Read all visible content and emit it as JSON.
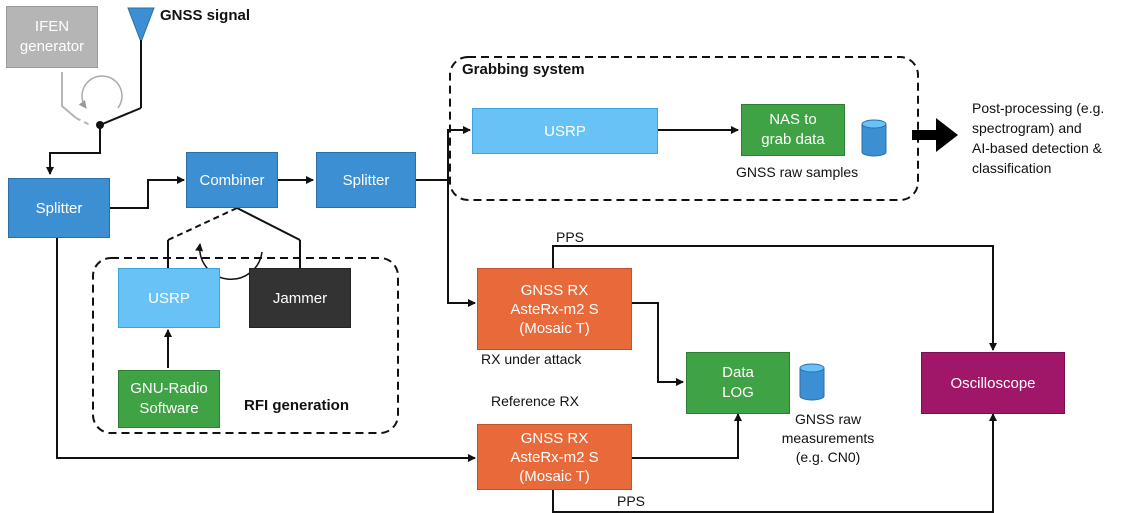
{
  "signal_label": "GNSS signal",
  "nodes": {
    "ifen": "IFEN\ngenerator",
    "splitter_left": "Splitter",
    "combiner": "Combiner",
    "splitter_mid": "Splitter",
    "usrp_rfi": "USRP",
    "jammer": "Jammer",
    "gnu_radio": "GNU-Radio\nSoftware",
    "usrp_grab": "USRP",
    "nas": "NAS to\ngrab data",
    "gnss_rx_attack": "GNSS RX\nAsteRx-m2 S\n(Mosaic T)",
    "gnss_rx_ref": "GNSS RX\nAsteRx-m2 S\n(Mosaic T)",
    "data_log": "Data\nLOG",
    "oscilloscope": "Oscilloscope"
  },
  "groups": {
    "grabbing": "Grabbing system",
    "rfi": "RFI generation"
  },
  "labels": {
    "raw_samples": "GNSS raw samples",
    "post_processing": "Post-processing (e.g.\nspectrogram) and\nAI-based detection &\nclassification",
    "pps_top": "PPS",
    "pps_bottom": "PPS",
    "rx_under_attack": "RX under attack",
    "reference_rx": "Reference RX",
    "raw_measurements": "GNSS raw\nmeasurements\n(e.g. CN0)"
  },
  "colors": {
    "splitter_combiner": "#3d8fd4",
    "usrp": "#69c2f5",
    "green": "#3fa345",
    "receiver": "#e86a3a",
    "jammer": "#333333",
    "oscilloscope": "#a0176a",
    "ifen": "#b5b5b5",
    "antenna": "#3d8fd4"
  }
}
